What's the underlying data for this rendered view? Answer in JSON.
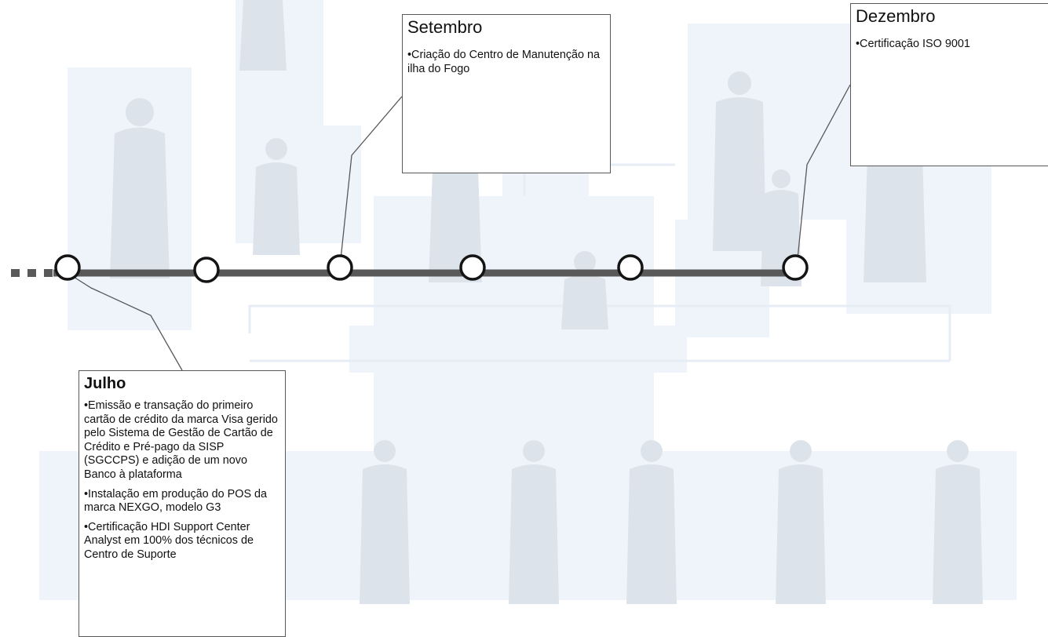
{
  "events": {
    "setembro": {
      "title": "Setembro",
      "items": [
        "Criação do Centro de Manutenção na ilha do Fogo"
      ]
    },
    "dezembro": {
      "title": "Dezembro",
      "items": [
        "Certificação ISO 9001"
      ]
    },
    "julho": {
      "title": "Julho",
      "items": [
        "Emissão e transação do primeiro cartão de crédito da marca Visa gerido pelo Sistema de Gestão de Cartão de Crédito e Pré-pago da SISP (SGCCPS) e adição de um novo Banco à plataforma",
        "Instalação em produção do POS da marca NEXGO, modelo G3",
        "Certificação HDI Support Center Analyst em 100% dos técnicos de Centro de Suporte"
      ]
    }
  },
  "colors": {
    "timeline_line": "#595959",
    "milestone_fill": "#ffffff",
    "background_panels": "#eef4fa",
    "background_figures": "#dde3ea"
  }
}
